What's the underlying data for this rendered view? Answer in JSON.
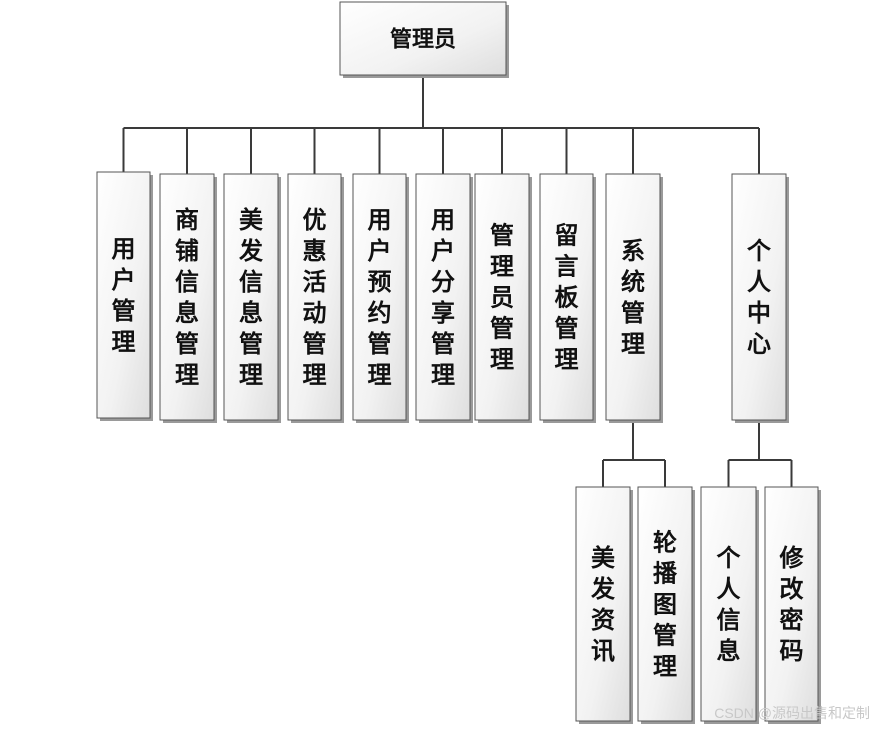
{
  "root": {
    "label": "管理员"
  },
  "modules": [
    {
      "label": "用户管理"
    },
    {
      "label": "商铺信息管理"
    },
    {
      "label": "美发信息管理"
    },
    {
      "label": "优惠活动管理"
    },
    {
      "label": "用户预约管理"
    },
    {
      "label": "用户分享管理"
    },
    {
      "label": "管理员管理"
    },
    {
      "label": "留言板管理"
    },
    {
      "label": "系统管理",
      "children": [
        {
          "label": "美发资讯"
        },
        {
          "label": "轮播图管理"
        }
      ]
    },
    {
      "label": "个人中心",
      "children": [
        {
          "label": "个人信息"
        },
        {
          "label": "修改密码"
        }
      ]
    }
  ],
  "watermark": "CSDN @源码出售和定制"
}
